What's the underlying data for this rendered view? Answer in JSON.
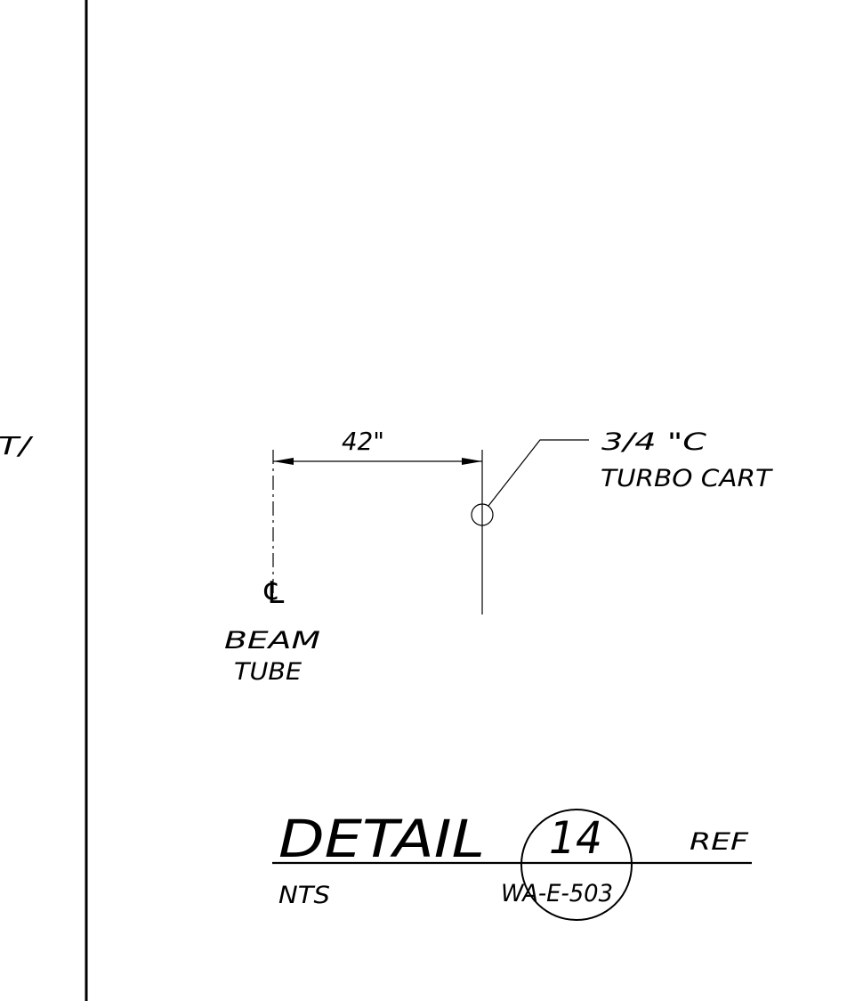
{
  "detail": {
    "dimension_label": "42\"",
    "conduit_label_line1": "3/4 \"C",
    "conduit_label_line2": "TURBO CART",
    "centerline_symbol": "℄",
    "beam_tube_line1": "BEAM",
    "beam_tube_line2": "TUBE",
    "partial_left_text": "T/"
  },
  "title_block": {
    "title": "DETAIL",
    "detail_number": "14",
    "scale": "NTS",
    "sheet_ref": "WA-E-503",
    "ref_label": "REF"
  },
  "colors": {
    "ink": "#000000",
    "paper": "#ffffff"
  }
}
